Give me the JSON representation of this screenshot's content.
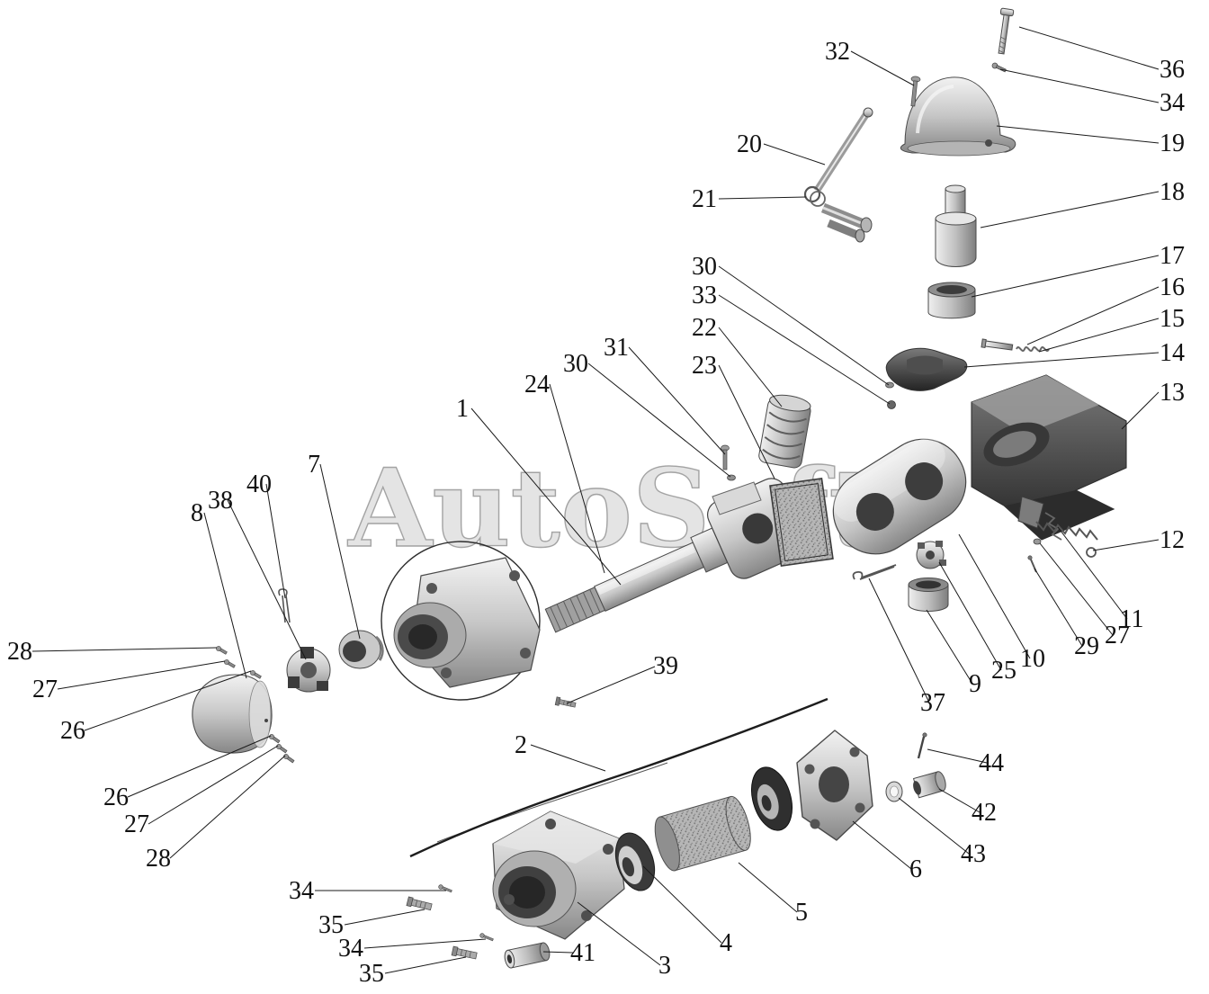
{
  "watermark": {
    "text": "AutoSoft"
  },
  "callouts": [
    {
      "label": "32"
    },
    {
      "label": "36"
    },
    {
      "label": "34"
    },
    {
      "label": "19"
    },
    {
      "label": "18"
    },
    {
      "label": "17"
    },
    {
      "label": "16"
    },
    {
      "label": "15"
    },
    {
      "label": "14"
    },
    {
      "label": "13"
    },
    {
      "label": "12"
    },
    {
      "label": "20"
    },
    {
      "label": "21"
    },
    {
      "label": "30"
    },
    {
      "label": "33"
    },
    {
      "label": "22"
    },
    {
      "label": "23"
    },
    {
      "label": "31"
    },
    {
      "label": "30"
    },
    {
      "label": "24"
    },
    {
      "label": "1"
    },
    {
      "label": "7"
    },
    {
      "label": "40"
    },
    {
      "label": "38"
    },
    {
      "label": "8"
    },
    {
      "label": "28"
    },
    {
      "label": "27"
    },
    {
      "label": "26"
    },
    {
      "label": "26"
    },
    {
      "label": "27"
    },
    {
      "label": "28"
    },
    {
      "label": "39"
    },
    {
      "label": "2"
    },
    {
      "label": "37"
    },
    {
      "label": "9"
    },
    {
      "label": "25"
    },
    {
      "label": "10"
    },
    {
      "label": "29"
    },
    {
      "label": "27"
    },
    {
      "label": "11"
    },
    {
      "label": "44"
    },
    {
      "label": "42"
    },
    {
      "label": "43"
    },
    {
      "label": "6"
    },
    {
      "label": "5"
    },
    {
      "label": "4"
    },
    {
      "label": "3"
    },
    {
      "label": "41"
    },
    {
      "label": "34"
    },
    {
      "label": "35"
    },
    {
      "label": "34"
    },
    {
      "label": "35"
    }
  ]
}
